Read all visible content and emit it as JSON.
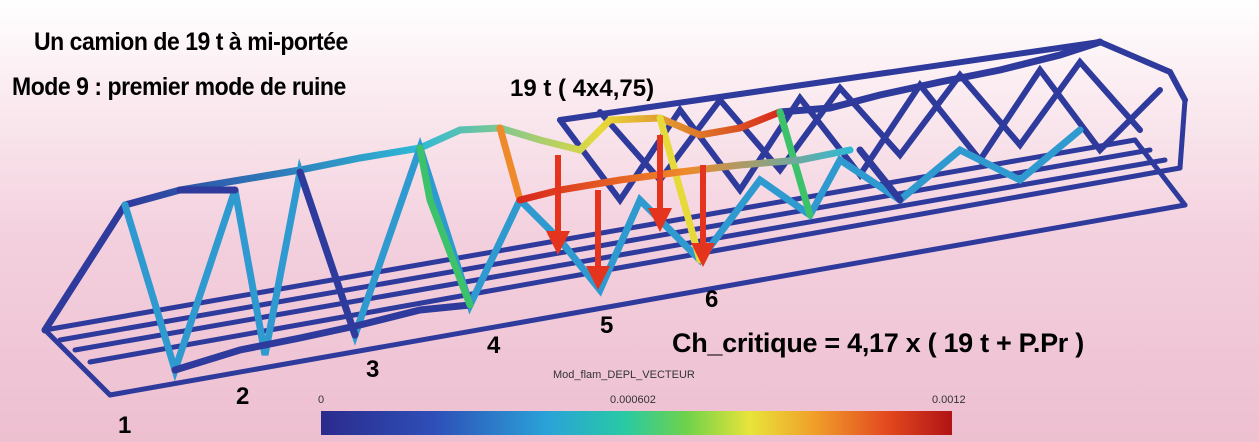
{
  "texts": {
    "title_line1": "Un camion de 19 t à mi-portée",
    "title_line2": "Mode 9 : premier mode de ruine",
    "load_label": "19 t  ( 4x4,75)",
    "critical_load": "Ch_critique = 4,17 x ( 19 t + P.Pr )"
  },
  "node_labels": [
    "1",
    "2",
    "3",
    "4",
    "5",
    "6"
  ],
  "colorbar": {
    "title": "Mod_flam_DEPL_VECTEUR",
    "min_label": "0",
    "mid_label": "0.000602",
    "max_label": "0.0012"
  },
  "colors": {
    "low": "#2e3a9c",
    "cyan": "#2fb9d6",
    "green": "#3cc26a",
    "yellow": "#e6d93a",
    "orange": "#ef8a2a",
    "red": "#d8281c",
    "arrow": "#e5341d"
  }
}
